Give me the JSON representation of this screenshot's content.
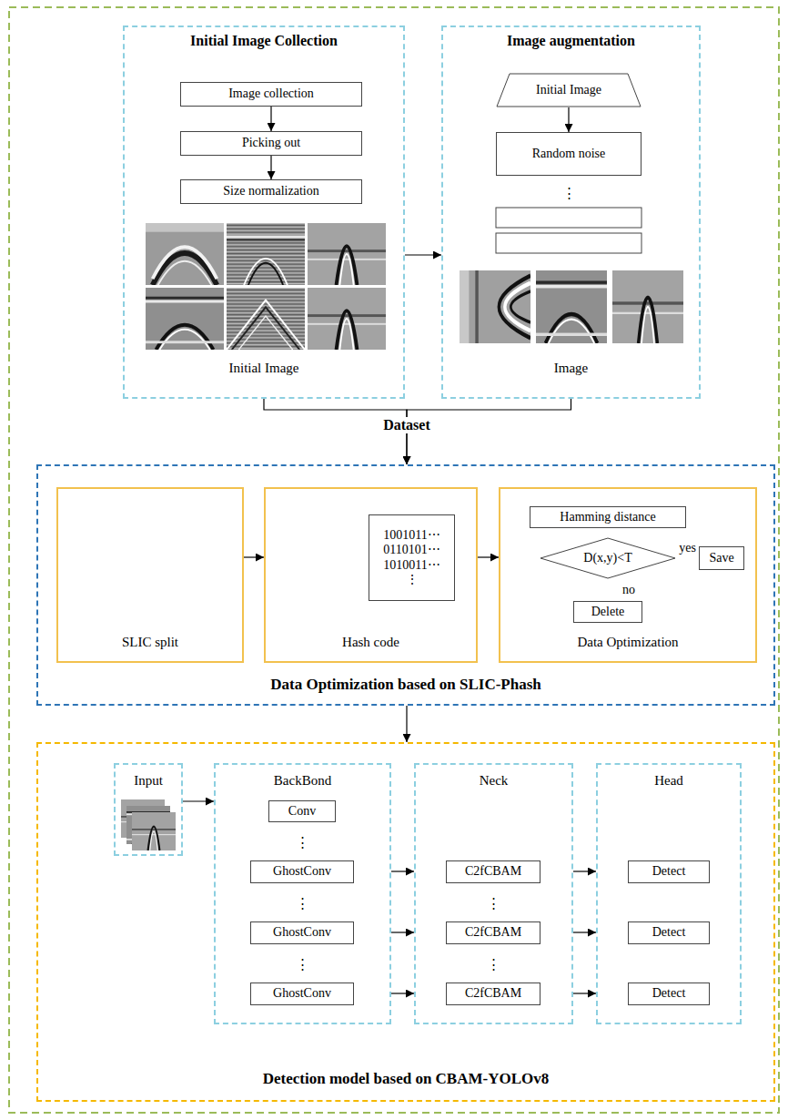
{
  "diagram": {
    "nodes": [
      {
        "text": [
          "Initial Image Collection",
          "Initial Image"
        ]
      },
      {
        "text": [
          "Image collection"
        ],
        "in": 0
      },
      {
        "text": [
          "Picking out"
        ],
        "in": 0
      },
      {
        "text": [
          "Size normalization"
        ],
        "in": 0
      },
      {
        "text": [
          "Image augmentation",
          "Image"
        ]
      },
      {
        "text": [
          "Initial Image"
        ],
        "in": 4
      },
      {
        "text": [
          "Random noise"
        ],
        "in": 4
      },
      {
        "text": [
          "Data Optimization based on SLIC-Phash"
        ]
      },
      {
        "text": [
          "SLIC split"
        ],
        "in": 7
      },
      {
        "text": [
          "Hash code"
        ],
        "in": 7
      },
      {
        "text": [
          "1001011⋯",
          "0110101⋯",
          "1010011⋯",
          "⋮"
        ],
        "in": 9
      },
      {
        "text": [
          "Data Optimization"
        ],
        "in": 7
      },
      {
        "text": [
          "Hamming distance"
        ],
        "in": 11
      },
      {
        "text": [
          "D(x,y)<T"
        ],
        "in": 11
      },
      {
        "text": [
          "Save"
        ],
        "in": 11
      },
      {
        "text": [
          "Delete"
        ],
        "in": 11
      },
      {
        "text": [
          "Detection model based on CBAM-YOLOv8"
        ]
      },
      {
        "text": [
          "Input"
        ],
        "in": 16
      },
      {
        "text": [
          "BackBond"
        ],
        "in": 16
      },
      {
        "text": [
          "Conv"
        ],
        "in": 18
      },
      {
        "text": [
          "GhostConv"
        ],
        "in": 18
      },
      {
        "text": [
          "GhostConv"
        ],
        "in": 18
      },
      {
        "text": [
          "GhostConv"
        ],
        "in": 18
      },
      {
        "text": [
          "Neck"
        ],
        "in": 16
      },
      {
        "text": [
          "C2fCBAM"
        ],
        "in": 23
      },
      {
        "text": [
          "C2fCBAM"
        ],
        "in": 23
      },
      {
        "text": [
          "C2fCBAM"
        ],
        "in": 23
      },
      {
        "text": [
          "Head"
        ],
        "in": 16
      },
      {
        "text": [
          "Detect"
        ],
        "in": 27
      },
      {
        "text": [
          "Detect"
        ],
        "in": 27
      },
      {
        "text": [
          "Detect"
        ],
        "in": 27
      }
    ],
    "edges": [
      {
        "from": 1,
        "to": 2,
        "arrow": "to"
      },
      {
        "from": 2,
        "to": 3,
        "arrow": "to"
      },
      {
        "from": 0,
        "to": 4,
        "arrow": "to"
      },
      {
        "from": 0,
        "to": 7,
        "arrow": "to"
      },
      {
        "from": 4,
        "to": 7,
        "arrow": "to"
      },
      {
        "from": 5,
        "to": 6,
        "arrow": "to"
      },
      {
        "from": 8,
        "to": 9,
        "arrow": "to"
      },
      {
        "from": 9,
        "to": 11,
        "arrow": "to"
      },
      {
        "from": 12,
        "to": 13,
        "arrow": "to"
      },
      {
        "from": 13,
        "to": 14,
        "label": "yes",
        "arrow": "to"
      },
      {
        "from": 13,
        "to": 15,
        "label": "no",
        "arrow": "to"
      },
      {
        "from": 7,
        "to": 16,
        "arrow": "to"
      },
      {
        "from": 17,
        "to": 18,
        "arrow": "to"
      },
      {
        "from": 18,
        "to": 23,
        "arrow": "to"
      },
      {
        "from": 18,
        "to": 23,
        "arrow": "to"
      },
      {
        "from": 18,
        "to": 23,
        "arrow": "to"
      },
      {
        "from": 23,
        "to": 27,
        "arrow": "to"
      },
      {
        "from": 23,
        "to": 27,
        "arrow": "to"
      },
      {
        "from": 23,
        "to": 27,
        "arrow": "to"
      }
    ],
    "labels": [
      "Dataset",
      "⋮",
      "⋮",
      "⋮",
      "⋮",
      "⋮",
      "⋮"
    ]
  }
}
